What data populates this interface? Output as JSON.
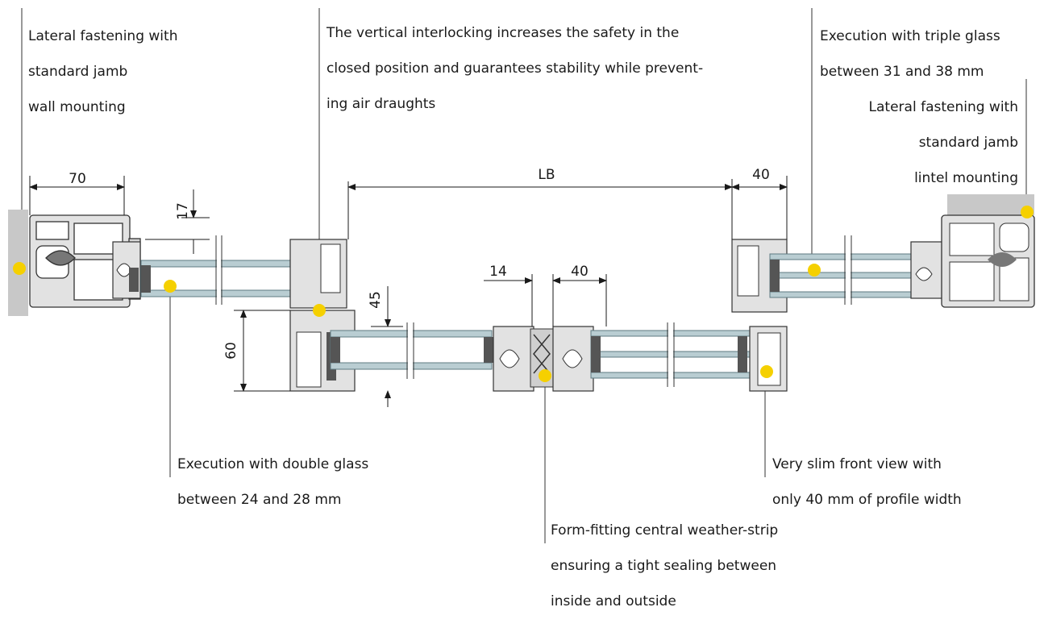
{
  "callouts": {
    "wall_mounting": [
      "Lateral fastening with",
      "standard jamb",
      "wall mounting"
    ],
    "interlocking": [
      "The vertical interlocking increases the safety in the",
      "closed position and guarantees stability while prevent-",
      "ing air draughts"
    ],
    "triple_glass": [
      "Execution with triple glass",
      "between 31 and 38 mm"
    ],
    "lintel_mounting": [
      "Lateral fastening with",
      "standard jamb",
      "lintel mounting"
    ],
    "double_glass": [
      "Execution with double glass",
      "between 24 and 28 mm"
    ],
    "slim_front": [
      "Very slim front view with",
      "only 40 mm of profile width"
    ],
    "weather_strip": [
      "Form-fitting central weather-strip",
      "ensuring a tight sealing between",
      "inside and outside"
    ]
  },
  "dimensions": {
    "d70": "70",
    "d17": "17",
    "lb": "LB",
    "d40_top": "40",
    "d14": "14",
    "d40_mid": "40",
    "d45": "45",
    "d60": "60"
  },
  "colors": {
    "marker": "#f5d000",
    "wall": "#c8c8c8",
    "glass": "#b9cdd2",
    "profile": "#e2e2e2",
    "gasket": "#555555"
  }
}
